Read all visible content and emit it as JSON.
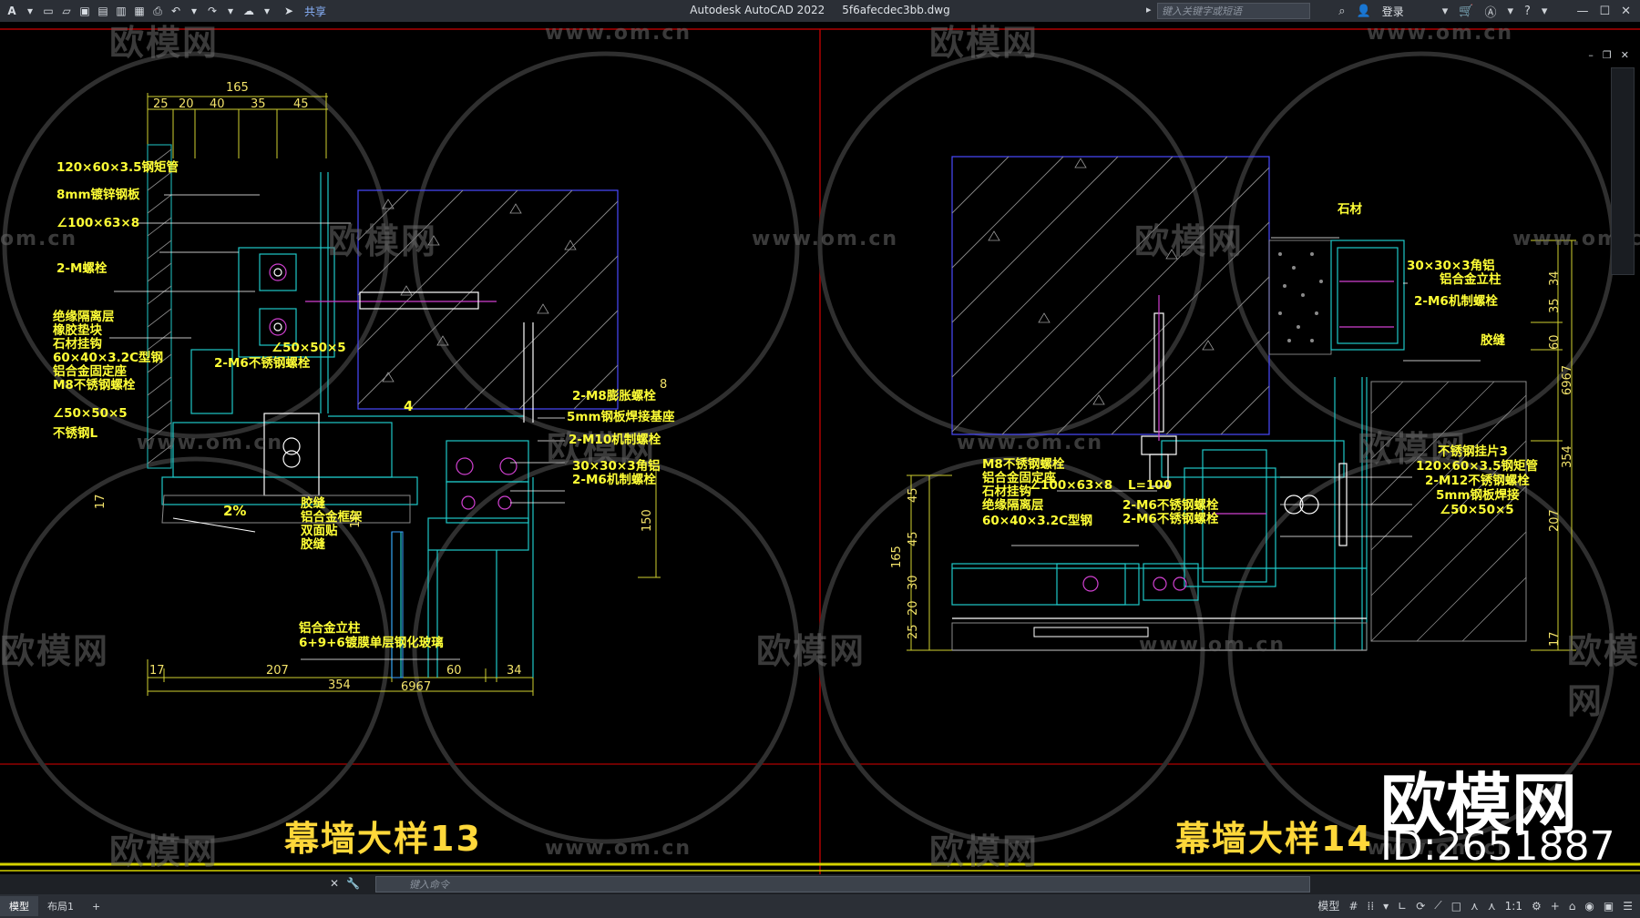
{
  "app": {
    "title": "Autodesk AutoCAD 2022",
    "file": "5f6afecdec3bb.dwg",
    "share_label": "共享",
    "search_placeholder": "键入关键字或短语",
    "login_label": "登录"
  },
  "command": {
    "placeholder": "键入命令"
  },
  "layout_tabs": [
    {
      "label": "模型",
      "active": true
    },
    {
      "label": "布局1",
      "active": false
    },
    {
      "label": "+",
      "active": false
    }
  ],
  "status": {
    "model_label": "模型",
    "scale": "1:1"
  },
  "watermark": {
    "brand_cn": "欧模网",
    "url": "www.om.cn",
    "url_short": "om.cn",
    "id_text": "ID:2651887"
  },
  "drawing13": {
    "title": "幕墙大样13",
    "labels": [
      "120×60×3.5钢矩管",
      "8mm镀锌钢板",
      "∠100×63×8",
      "2-M螺栓",
      "绝缘隔离层",
      "橡胶垫块",
      "石材挂钩",
      "60×40×3.2C型钢",
      "铝合金固定座",
      "M8不锈钢螺栓",
      "∠50×50×5",
      "不锈钢L",
      "∠50×50×5",
      "2-M6不锈钢螺栓",
      "2-M8膨胀螺栓",
      "5mm钢板焊接基座",
      "2-M10机制螺栓",
      "30×30×3角铝",
      "2-M6机制螺栓",
      "胶缝",
      "铝合金框架",
      "双面贴",
      "胶缝",
      "铝合金立柱",
      "6+9+6镀膜单层钢化玻璃",
      "2%",
      "4"
    ],
    "dims_top": [
      "165",
      "25",
      "20",
      "40",
      "35",
      "45"
    ],
    "dims_bottom": [
      "17",
      "207",
      "354",
      "6967",
      "60",
      "34"
    ],
    "dims_side": [
      "17",
      "15",
      "150",
      "8"
    ]
  },
  "drawing14": {
    "title": "幕墙大样14",
    "labels": [
      "石材",
      "30×30×3角铝",
      "铝合金立柱",
      "2-M6机制螺栓",
      "胶缝",
      "不锈钢挂片3",
      "120×60×3.5钢矩管",
      "2-M12不锈钢螺栓",
      "5mm钢板焊接",
      "∠50×50×5",
      "M8不锈钢螺栓",
      "铝合金固定座",
      "石材挂钩",
      "∠100×63×8",
      "L=100",
      "绝缘隔离层",
      "60×40×3.2C型钢",
      "2-M6不锈钢螺栓",
      "2-M6不锈钢螺栓"
    ],
    "dims_left": [
      "45",
      "45",
      "165",
      "30",
      "20",
      "25"
    ],
    "dims_right": [
      "34",
      "35",
      "60",
      "6967",
      "354",
      "207",
      "17"
    ]
  }
}
